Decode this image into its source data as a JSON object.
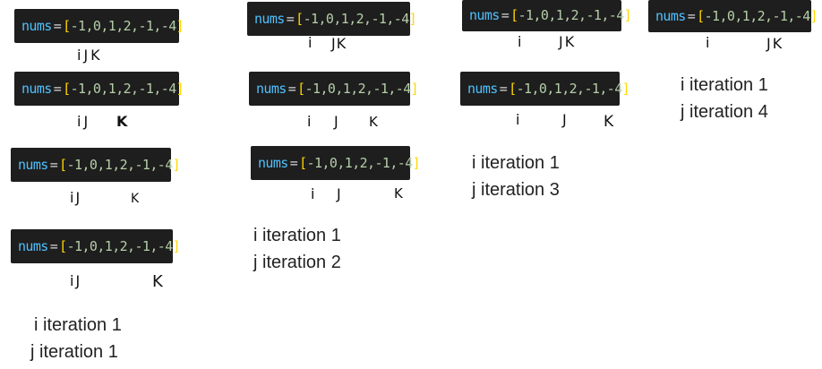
{
  "code": {
    "var": "nums",
    "eq": "=",
    "open": "[",
    "values": "-1,0,1,2,-1,-4",
    "close": "]"
  },
  "markers": {
    "i": "i",
    "j": "J",
    "k": "K",
    "ij": "iJ",
    "ijk": "iJK",
    "jk": "JK"
  },
  "notes": [
    {
      "i": "i iteration 1",
      "j": "j iteration 1"
    },
    {
      "i": "i iteration 1",
      "j": "j iteration 2"
    },
    {
      "i": "i iteration 1",
      "j": "j iteration 3"
    },
    {
      "i": "i iteration 1",
      "j": "j iteration 4"
    }
  ]
}
